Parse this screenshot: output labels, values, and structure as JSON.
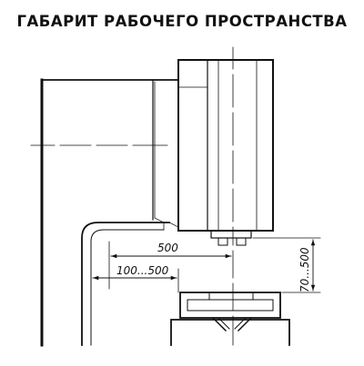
{
  "title": "ГАБАРИТ РАБОЧЕГО ПРОСТРАНСТВА",
  "dimensions": {
    "horizontal_spindle_to_ram": "500",
    "horizontal_range": "100...500",
    "vertical_range": "70...500"
  },
  "colors": {
    "ink": "#111111",
    "paper": "#ffffff"
  }
}
